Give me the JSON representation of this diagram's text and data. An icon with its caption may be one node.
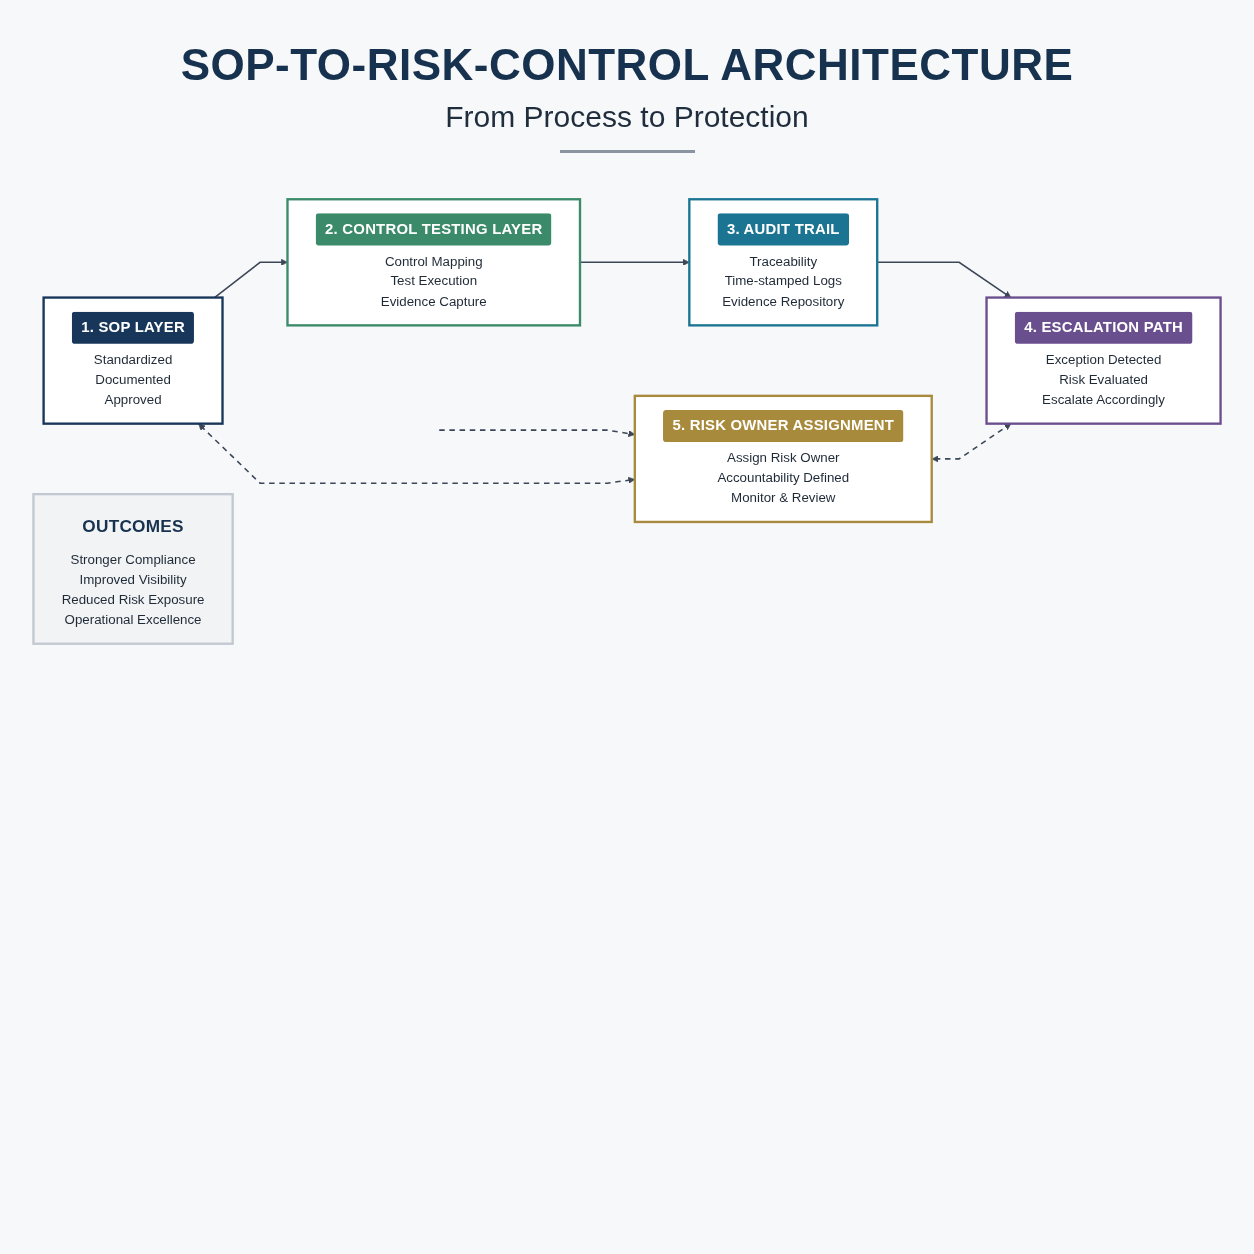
{
  "diagram": {
    "title": "SOP-TO-RISK-CONTROL ARCHITECTURE",
    "nodes": [
      {
        "text": [
          "1. SOP LAYER",
          "Standardized",
          "Documented",
          "Approved"
        ]
      },
      {
        "text": [
          "2. CONTROL TESTING LAYER",
          "Control Mapping",
          "Test Execution",
          "Evidence Capture"
        ]
      },
      {
        "text": [
          "3. AUDIT TRAIL",
          "Traceability",
          "Time-stamped Logs",
          "Evidence Repository"
        ]
      },
      {
        "text": [
          "4. ESCALATION PATH",
          "Exception Detected",
          "Risk Evaluated",
          "Escalate Accordingly"
        ]
      },
      {
        "text": [
          "5. RISK OWNER ASSIGNMENT",
          "Assign Risk Owner",
          "Accountability Defined",
          "Monitor & Review"
        ]
      },
      {
        "text": [
          "OUTCOMES",
          "Stronger Compliance",
          "Improved Visibility",
          "Reduced Risk Exposure",
          "Operational Excellence"
        ]
      }
    ],
    "edges": [
      {
        "from": 0,
        "to": 1,
        "arrow": "to"
      },
      {
        "from": 1,
        "to": 2,
        "arrow": "to"
      },
      {
        "from": 2,
        "to": 3,
        "arrow": "to"
      },
      {
        "from": null,
        "to": 4,
        "arrow": "to",
        "style": "dashed"
      },
      {
        "from": 0,
        "to": 4,
        "arrow": "both",
        "style": "dashed"
      },
      {
        "from": 4,
        "to": 3,
        "arrow": "both",
        "style": "dashed"
      }
    ],
    "labels": [
      "From Process to Protection"
    ]
  }
}
